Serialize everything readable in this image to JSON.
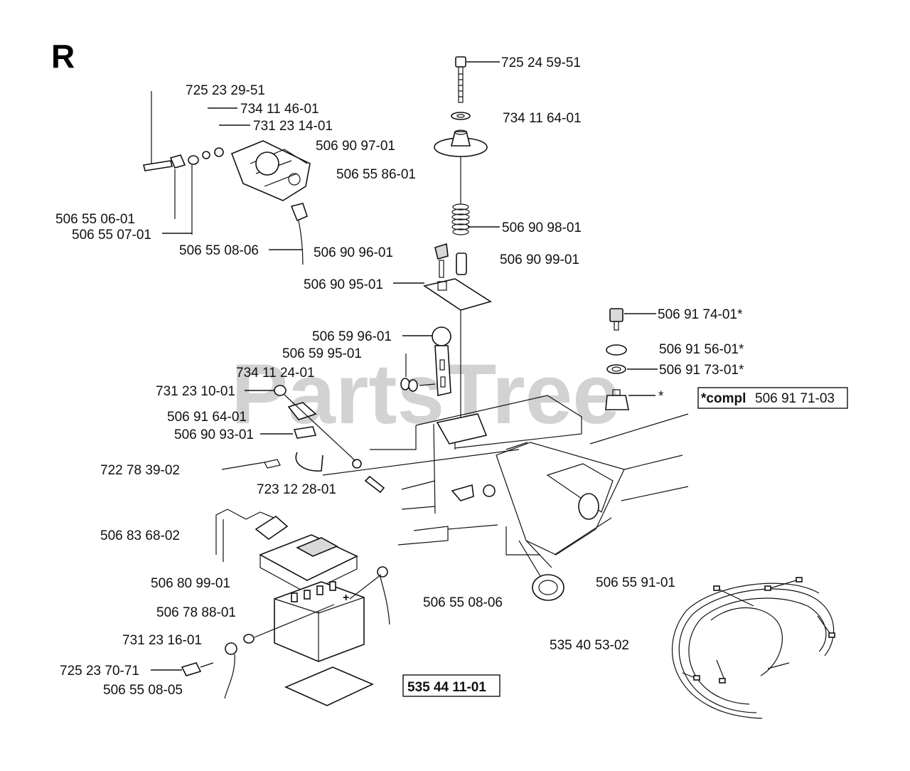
{
  "section_letter": "R",
  "watermark": "PartsTree",
  "parts": {
    "bolt_top": "725 24 59-51",
    "washer_top": "734 11 64-01",
    "seat_cup": "506 90 97-01",
    "shaft": "506 55 86-01",
    "spring": "506 90 98-01",
    "sleeve": "506 90 99-01",
    "connector": "506 90 96-01",
    "plate": "506 90 95-01",
    "knob": "506 59 96-01",
    "lever": "506 59 95-01",
    "nut_small": "734 11 24-01",
    "nut": "731 23 10-01",
    "bracket_small": "506 91 64-01",
    "clip": "506 90 93-01",
    "rivet_pin": "722 78 39-02",
    "bolt_mid": "723 12 28-01",
    "switch_bolt": "725 23 29-51",
    "switch_washer": "734 11 46-01",
    "switch_nut": "731 23 14-01",
    "spacer_a": "506 55 06-01",
    "spacer_b": "506 55 07-01",
    "cable_a": "506 55 08-06",
    "key": "506 91 74-01*",
    "bezel": "506 91 56-01*",
    "ring_nut": "506 91 73-01*",
    "ignition_switch": "*",
    "kit_prefix": "*compl",
    "kit_number": "506 91 71-03",
    "battery_strap": "506 83 68-02",
    "battery_cover": "506 80 99-01",
    "battery": "506 78 88-01",
    "battery_nut": "731 23 16-01",
    "battery_bolt": "725 23 70-71",
    "cable_b": "506 55 08-05",
    "cable_c": "506 55 08-06",
    "grommet": "506 55 91-01",
    "harness": "535 40 53-02",
    "assembly": "535 44 11-01"
  }
}
